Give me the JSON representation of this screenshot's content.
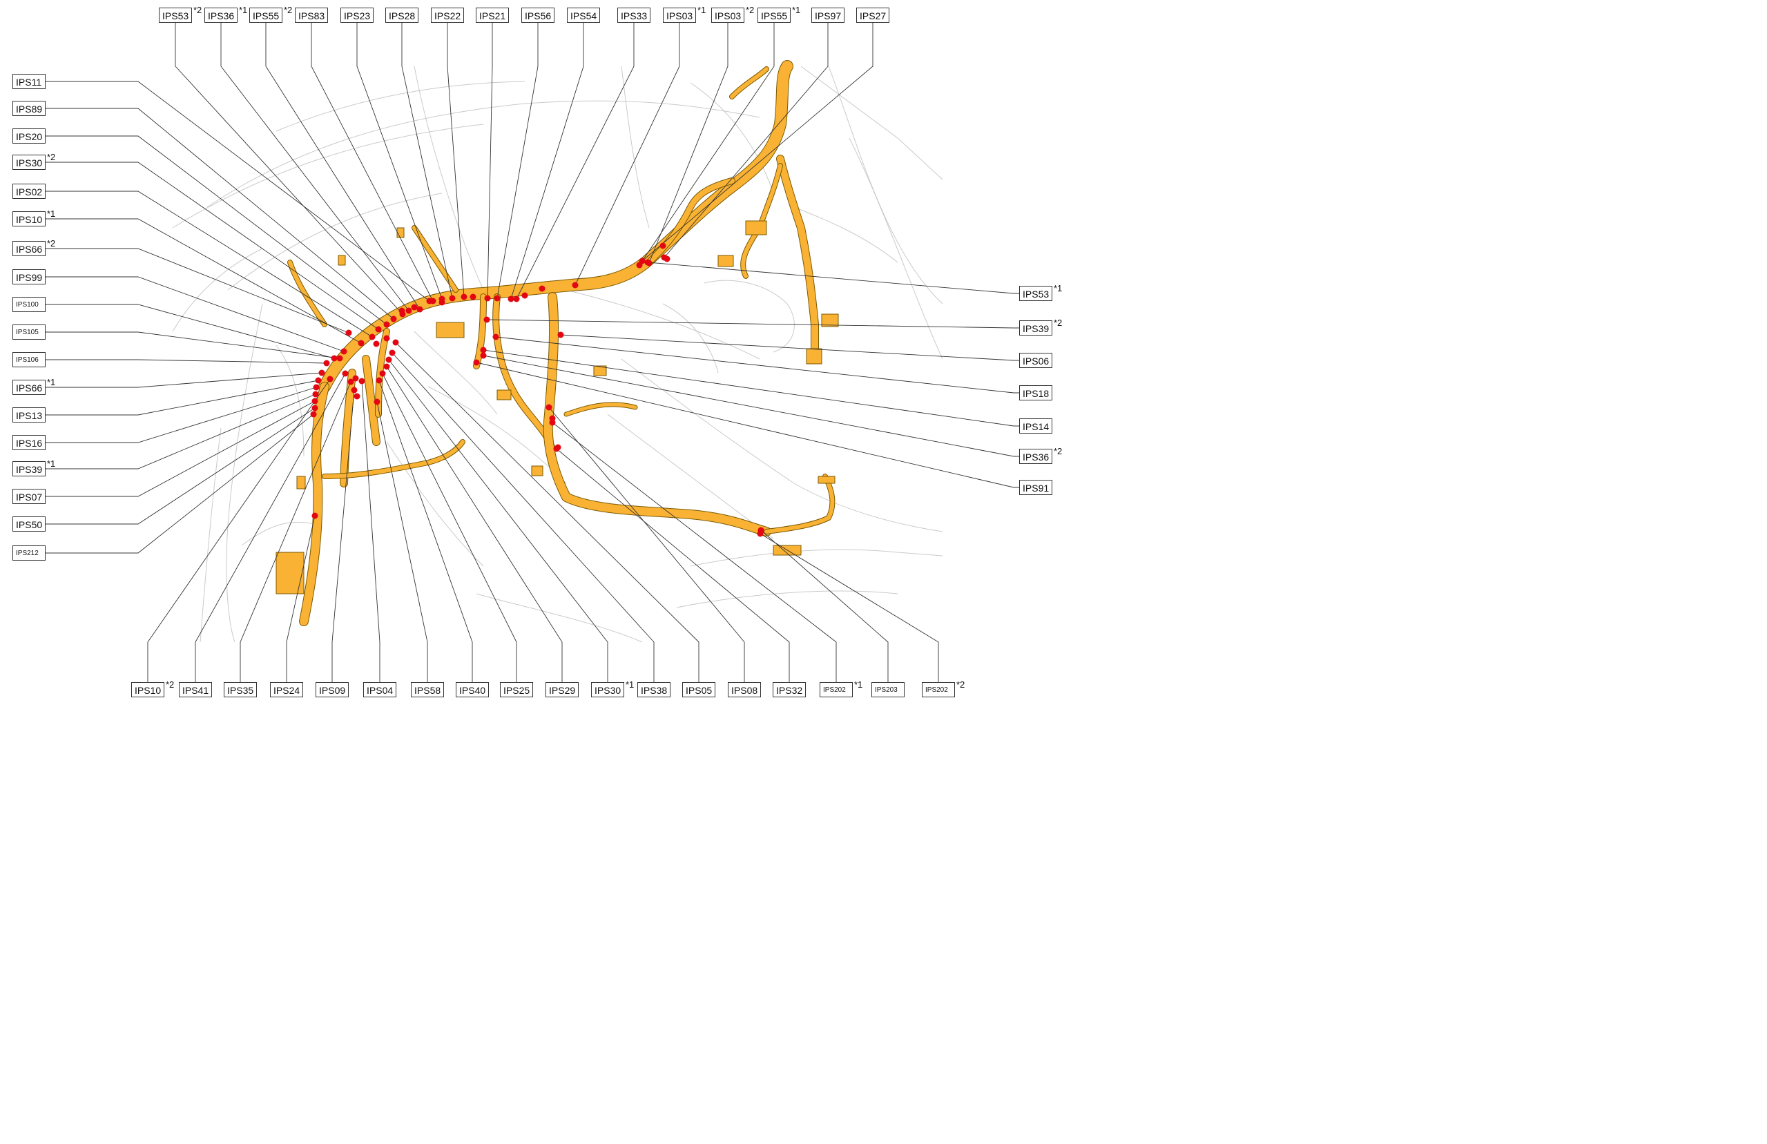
{
  "diagram": {
    "harness_color": "#f9b233",
    "harness_outline": "#7a5a00",
    "splice_color": "#e30613",
    "leader_color": "#333333",
    "background_line_color": "#bdbdbd"
  },
  "labels": {
    "top": [
      {
        "id": "IPS53",
        "note": "*2"
      },
      {
        "id": "IPS36",
        "note": "*1"
      },
      {
        "id": "IPS55",
        "note": "*2"
      },
      {
        "id": "IPS83",
        "note": ""
      },
      {
        "id": "IPS23",
        "note": ""
      },
      {
        "id": "IPS28",
        "note": ""
      },
      {
        "id": "IPS22",
        "note": ""
      },
      {
        "id": "IPS21",
        "note": ""
      },
      {
        "id": "IPS56",
        "note": ""
      },
      {
        "id": "IPS54",
        "note": ""
      },
      {
        "id": "IPS33",
        "note": ""
      },
      {
        "id": "IPS03",
        "note": "*1"
      },
      {
        "id": "IPS03",
        "note": "*2"
      },
      {
        "id": "IPS55",
        "note": "*1"
      },
      {
        "id": "IPS97",
        "note": ""
      },
      {
        "id": "IPS27",
        "note": ""
      }
    ],
    "left": [
      {
        "id": "IPS11",
        "note": ""
      },
      {
        "id": "IPS89",
        "note": ""
      },
      {
        "id": "IPS20",
        "note": ""
      },
      {
        "id": "IPS30",
        "note": "*2"
      },
      {
        "id": "IPS02",
        "note": ""
      },
      {
        "id": "IPS10",
        "note": "*1"
      },
      {
        "id": "IPS66",
        "note": "*2"
      },
      {
        "id": "IPS99",
        "note": ""
      },
      {
        "id": "IPS100",
        "note": ""
      },
      {
        "id": "IPS105",
        "note": ""
      },
      {
        "id": "IPS106",
        "note": ""
      },
      {
        "id": "IPS66",
        "note": "*1"
      },
      {
        "id": "IPS13",
        "note": ""
      },
      {
        "id": "IPS16",
        "note": ""
      },
      {
        "id": "IPS39",
        "note": "*1"
      },
      {
        "id": "IPS07",
        "note": ""
      },
      {
        "id": "IPS50",
        "note": ""
      },
      {
        "id": "IPS212",
        "note": ""
      }
    ],
    "right": [
      {
        "id": "IPS53",
        "note": "*1"
      },
      {
        "id": "IPS39",
        "note": "*2"
      },
      {
        "id": "IPS06",
        "note": ""
      },
      {
        "id": "IPS18",
        "note": ""
      },
      {
        "id": "IPS14",
        "note": ""
      },
      {
        "id": "IPS36",
        "note": "*2"
      },
      {
        "id": "IPS91",
        "note": ""
      }
    ],
    "bottom": [
      {
        "id": "IPS10",
        "note": "*2"
      },
      {
        "id": "IPS41",
        "note": ""
      },
      {
        "id": "IPS35",
        "note": ""
      },
      {
        "id": "IPS24",
        "note": ""
      },
      {
        "id": "IPS09",
        "note": ""
      },
      {
        "id": "IPS04",
        "note": ""
      },
      {
        "id": "IPS58",
        "note": ""
      },
      {
        "id": "IPS40",
        "note": ""
      },
      {
        "id": "IPS25",
        "note": ""
      },
      {
        "id": "IPS29",
        "note": ""
      },
      {
        "id": "IPS30",
        "note": "*1"
      },
      {
        "id": "IPS38",
        "note": ""
      },
      {
        "id": "IPS05",
        "note": ""
      },
      {
        "id": "IPS08",
        "note": ""
      },
      {
        "id": "IPS32",
        "note": ""
      },
      {
        "id": "IPS202",
        "note": "*1"
      },
      {
        "id": "IPS203",
        "note": ""
      },
      {
        "id": "IPS202",
        "note": "*2"
      }
    ]
  }
}
